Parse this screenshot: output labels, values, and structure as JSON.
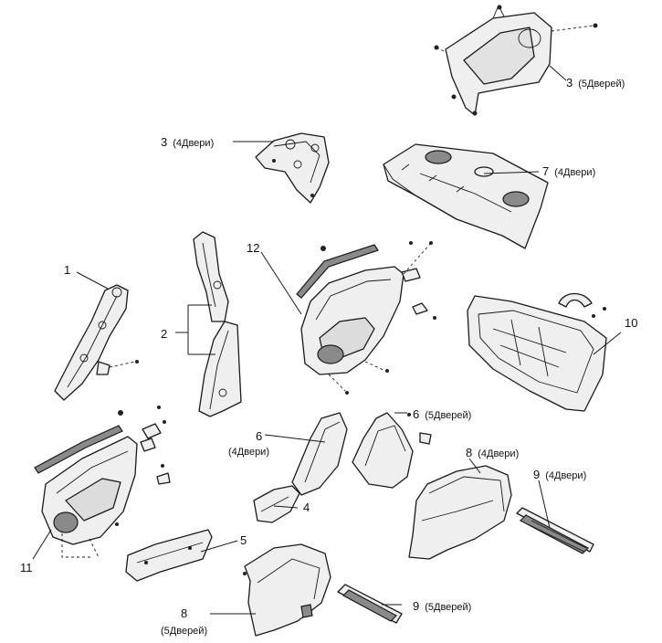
{
  "callouts": [
    {
      "id": "c1",
      "number": "1",
      "note": ""
    },
    {
      "id": "c2",
      "number": "2",
      "note": ""
    },
    {
      "id": "c3a",
      "number": "3",
      "note": "(5Дверей)"
    },
    {
      "id": "c3b",
      "number": "3",
      "note": "(4Двери)"
    },
    {
      "id": "c4",
      "number": "4",
      "note": ""
    },
    {
      "id": "c5",
      "number": "5",
      "note": ""
    },
    {
      "id": "c6a",
      "number": "6",
      "note": "(4Двери)"
    },
    {
      "id": "c6b",
      "number": "6",
      "note": "(5Дверей)"
    },
    {
      "id": "c7",
      "number": "7",
      "note": "(4Двери)"
    },
    {
      "id": "c8a",
      "number": "8",
      "note": "(4Двери)"
    },
    {
      "id": "c8b",
      "number": "8",
      "note": "(5Дверей)"
    },
    {
      "id": "c9a",
      "number": "9",
      "note": "(4Двери)"
    },
    {
      "id": "c9b",
      "number": "9",
      "note": "(5Дверей)"
    },
    {
      "id": "c10",
      "number": "10",
      "note": ""
    },
    {
      "id": "c11",
      "number": "11",
      "note": ""
    },
    {
      "id": "c12",
      "number": "12",
      "note": ""
    }
  ]
}
